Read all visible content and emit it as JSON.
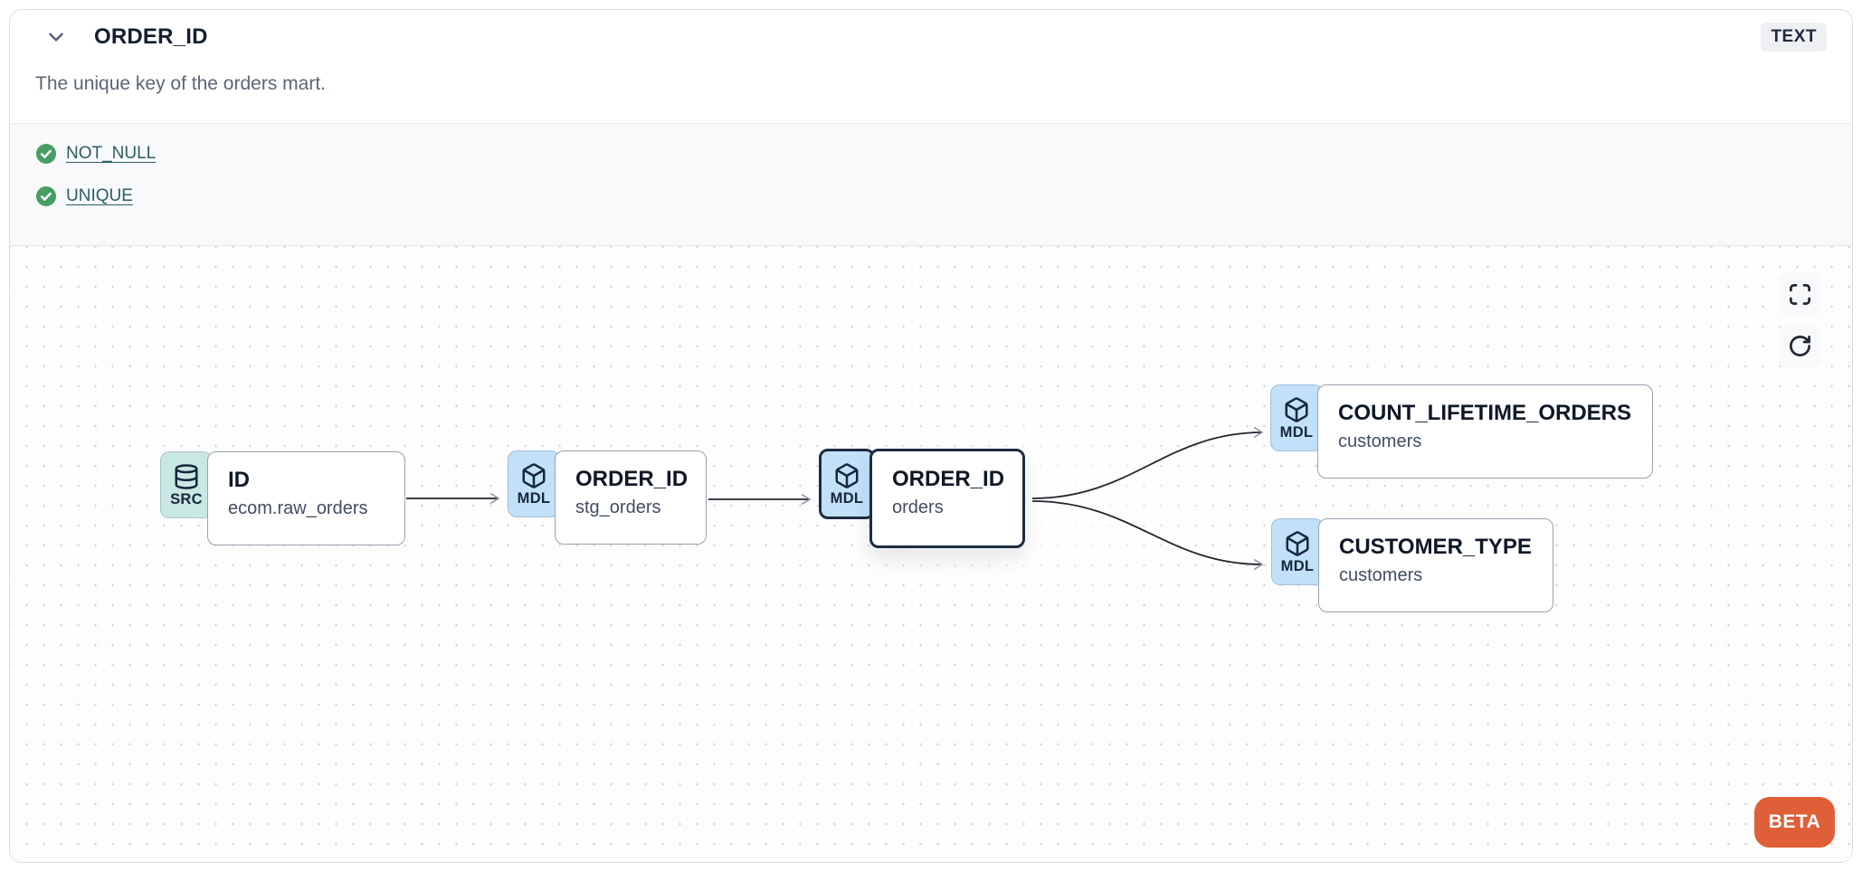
{
  "header": {
    "title": "ORDER_ID",
    "type_badge": "TEXT",
    "description": "The unique key of the orders mart."
  },
  "tests": [
    {
      "label": "NOT_NULL",
      "status": "passed"
    },
    {
      "label": "UNIQUE",
      "status": "passed"
    }
  ],
  "lineage": {
    "nodes": [
      {
        "kind": "SRC",
        "title": "ID",
        "subtitle": "ecom.raw_orders",
        "selected": false
      },
      {
        "kind": "MDL",
        "title": "ORDER_ID",
        "subtitle": "stg_orders",
        "selected": false
      },
      {
        "kind": "MDL",
        "title": "ORDER_ID",
        "subtitle": "orders",
        "selected": true
      },
      {
        "kind": "MDL",
        "title": "COUNT_LIFETIME_ORDERS",
        "subtitle": "customers",
        "selected": false
      },
      {
        "kind": "MDL",
        "title": "CUSTOMER_TYPE",
        "subtitle": "customers",
        "selected": false
      }
    ],
    "edges": [
      {
        "from": 0,
        "to": 1
      },
      {
        "from": 1,
        "to": 2
      },
      {
        "from": 2,
        "to": 3
      },
      {
        "from": 2,
        "to": 4
      }
    ],
    "beta_label": "BETA"
  },
  "icons": {
    "collapse": "chevron-down-icon",
    "test_pass": "check-circle-icon",
    "src_node": "database-icon",
    "mdl_node": "cube-icon",
    "fullscreen": "maximize-icon",
    "refresh": "rotate-cw-icon"
  },
  "colors": {
    "accent_orange": "#DF5F38",
    "src_badge": "#C9E7E3",
    "mdl_badge": "#C2E0F8",
    "test_green": "#479E63",
    "link_teal": "#2C5D63",
    "selected_border": "#1D2C40"
  }
}
